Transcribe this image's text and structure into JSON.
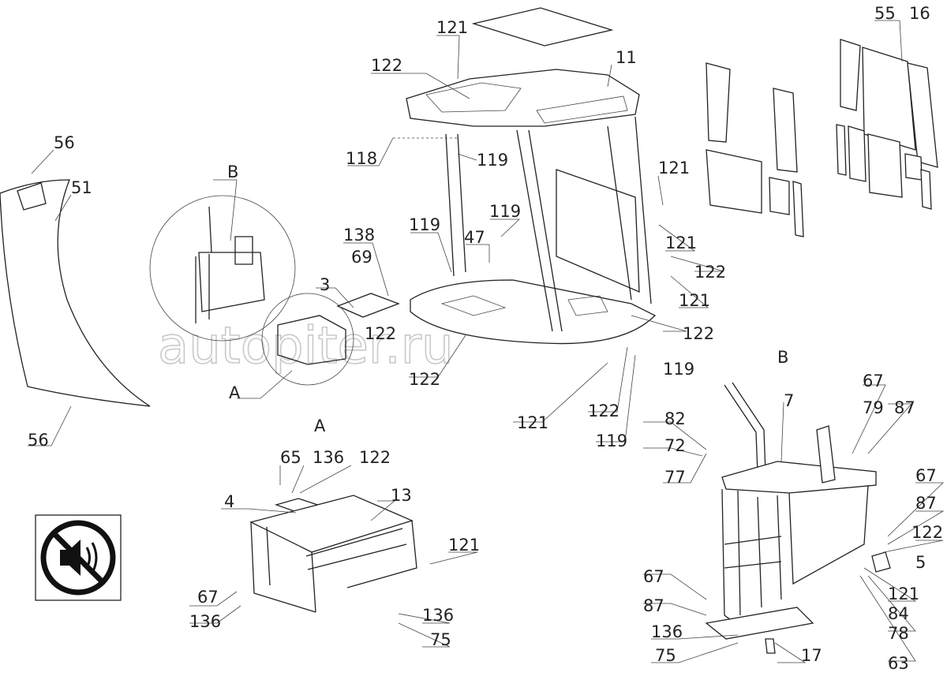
{
  "watermark": "autopiter.ru",
  "section_labels": {
    "a": "A",
    "b": "B"
  },
  "callouts": [
    {
      "id": "c-121-top",
      "text": "121"
    },
    {
      "id": "c-122-top",
      "text": "122"
    },
    {
      "id": "c-11",
      "text": "11"
    },
    {
      "id": "c-55",
      "text": "55"
    },
    {
      "id": "c-16",
      "text": "16"
    },
    {
      "id": "c-56-top",
      "text": "56"
    },
    {
      "id": "c-51",
      "text": "51"
    },
    {
      "id": "c-b-circle",
      "text": "B"
    },
    {
      "id": "c-118",
      "text": "118"
    },
    {
      "id": "c-119-a",
      "text": "119"
    },
    {
      "id": "c-121-r1",
      "text": "121"
    },
    {
      "id": "c-119-b",
      "text": "119"
    },
    {
      "id": "c-119-c",
      "text": "119"
    },
    {
      "id": "c-138",
      "text": "138"
    },
    {
      "id": "c-47",
      "text": "47"
    },
    {
      "id": "c-121-r2",
      "text": "121"
    },
    {
      "id": "c-69",
      "text": "69"
    },
    {
      "id": "c-122-r1",
      "text": "122"
    },
    {
      "id": "c-3",
      "text": "3"
    },
    {
      "id": "c-121-r3",
      "text": "121"
    },
    {
      "id": "c-122-r2",
      "text": "122"
    },
    {
      "id": "c-122-m",
      "text": "122"
    },
    {
      "id": "c-119-d",
      "text": "119"
    },
    {
      "id": "c-122-m2",
      "text": "122"
    },
    {
      "id": "c-a-circle",
      "text": "A"
    },
    {
      "id": "c-121-b",
      "text": "121"
    },
    {
      "id": "c-122-b",
      "text": "122"
    },
    {
      "id": "c-119-e",
      "text": "119"
    },
    {
      "id": "c-56-bot",
      "text": "56"
    },
    {
      "id": "c-67-b1",
      "text": "67"
    },
    {
      "id": "c-7",
      "text": "7"
    },
    {
      "id": "c-82",
      "text": "82"
    },
    {
      "id": "c-79",
      "text": "79"
    },
    {
      "id": "c-87-b1",
      "text": "87"
    },
    {
      "id": "c-72",
      "text": "72"
    },
    {
      "id": "c-77",
      "text": "77"
    },
    {
      "id": "c-65",
      "text": "65"
    },
    {
      "id": "c-136-a1",
      "text": "136"
    },
    {
      "id": "c-122-a",
      "text": "122"
    },
    {
      "id": "c-4",
      "text": "4"
    },
    {
      "id": "c-13",
      "text": "13"
    },
    {
      "id": "c-67-b2",
      "text": "67"
    },
    {
      "id": "c-87-b2",
      "text": "87"
    },
    {
      "id": "c-121-a",
      "text": "121"
    },
    {
      "id": "c-122-b2",
      "text": "122"
    },
    {
      "id": "c-5",
      "text": "5"
    },
    {
      "id": "c-121-b2",
      "text": "121"
    },
    {
      "id": "c-67-b3",
      "text": "67"
    },
    {
      "id": "c-84",
      "text": "84"
    },
    {
      "id": "c-87-b3",
      "text": "87"
    },
    {
      "id": "c-78",
      "text": "78"
    },
    {
      "id": "c-67-a",
      "text": "67"
    },
    {
      "id": "c-136-a2",
      "text": "136"
    },
    {
      "id": "c-136-a3",
      "text": "136"
    },
    {
      "id": "c-75-a",
      "text": "75"
    },
    {
      "id": "c-136-b",
      "text": "136"
    },
    {
      "id": "c-75-b",
      "text": "75"
    },
    {
      "id": "c-17",
      "text": "17"
    },
    {
      "id": "c-63",
      "text": "63"
    }
  ],
  "icon": {
    "name": "no-sound-icon"
  }
}
